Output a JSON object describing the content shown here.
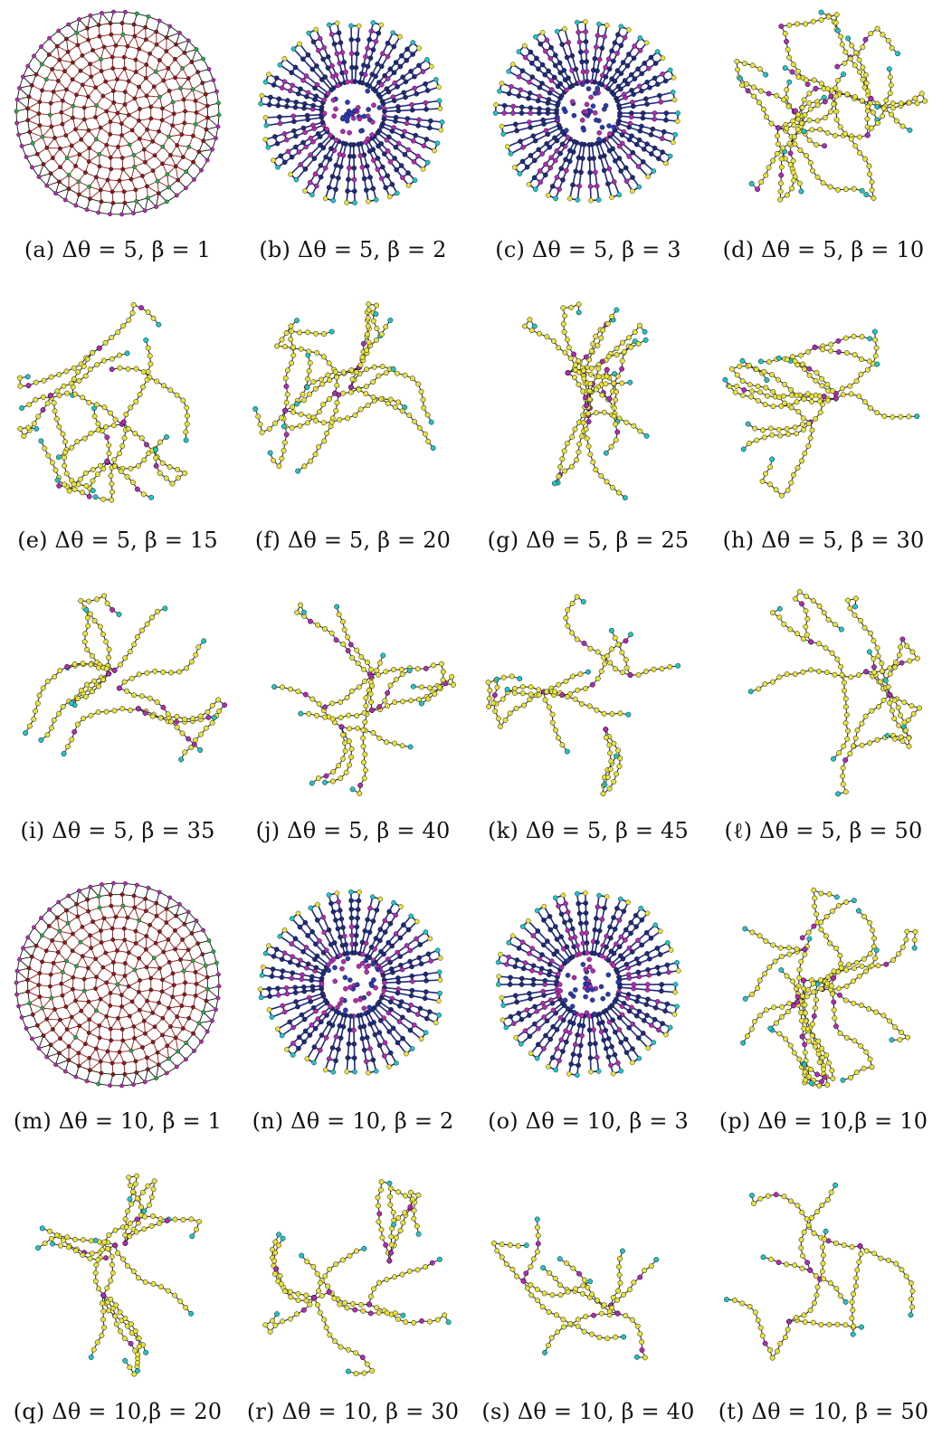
{
  "figure": {
    "panels": [
      {
        "caption": "(a) Δθ = 5, β = 1"
      },
      {
        "caption": "(b) Δθ = 5, β = 2"
      },
      {
        "caption": "(c) Δθ = 5, β = 3"
      },
      {
        "caption": "(d) Δθ = 5, β = 10"
      },
      {
        "caption": "(e) Δθ = 5, β = 15"
      },
      {
        "caption": "(f) Δθ = 5, β = 20"
      },
      {
        "caption": "(g) Δθ = 5, β = 25"
      },
      {
        "caption": "(h) Δθ = 5, β = 30"
      },
      {
        "caption": "(i) Δθ = 5, β = 35"
      },
      {
        "caption": "(j) Δθ = 5, β = 40"
      },
      {
        "caption": "(k) Δθ = 5, β = 45"
      },
      {
        "caption": "(ℓ) Δθ = 5, β = 50"
      },
      {
        "caption": "(m) Δθ = 10, β = 1"
      },
      {
        "caption": "(n) Δθ = 10, β = 2"
      },
      {
        "caption": "(o) Δθ = 10, β = 3"
      },
      {
        "caption": "(p) Δθ = 10,β = 10"
      },
      {
        "caption": "(q) Δθ = 10,β = 20"
      },
      {
        "caption": "(r) Δθ = 10, β = 30"
      },
      {
        "caption": "(s) Δθ = 10, β = 40"
      },
      {
        "caption": "(t) Δθ = 10, β = 50"
      }
    ],
    "edge_colors": {
      "dense": "#8b1a1a",
      "ladder": "#1f2a7a",
      "chain": "#222222"
    },
    "node_colors": {
      "degree_1": "#22c4c4",
      "degree_2": "#e8e23a",
      "degree_3": "#b02cb0",
      "degree_4": "#2a3bb0",
      "other": "#2aa84a"
    }
  }
}
